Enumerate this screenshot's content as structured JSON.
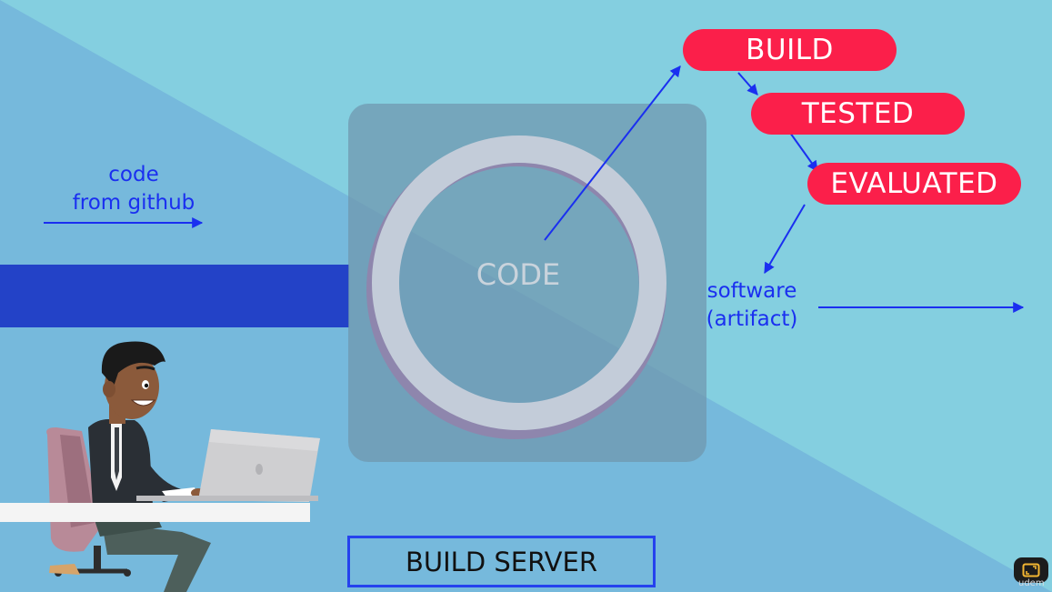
{
  "diagram": {
    "stages": [
      {
        "label": "BUILD"
      },
      {
        "label": "TESTED"
      },
      {
        "label": "EVALUATED"
      }
    ],
    "center_label": "CODE",
    "input_label_line1": "code",
    "input_label_line2": "from github",
    "output_label_line1": "software",
    "output_label_line2": "(artifact)",
    "server_label": "BUILD SERVER",
    "colors": {
      "background_light": "#84cfe0",
      "background_dark": "#76b9dc",
      "pipe": "#2342c7",
      "stage_pill": "#fb1f4a",
      "arrow": "#1a2ff0",
      "server_box": "#7aa6be",
      "ring": "#c3ccd9"
    }
  },
  "player": {
    "expand_icon": "expand-icon",
    "watermark": "udem"
  }
}
